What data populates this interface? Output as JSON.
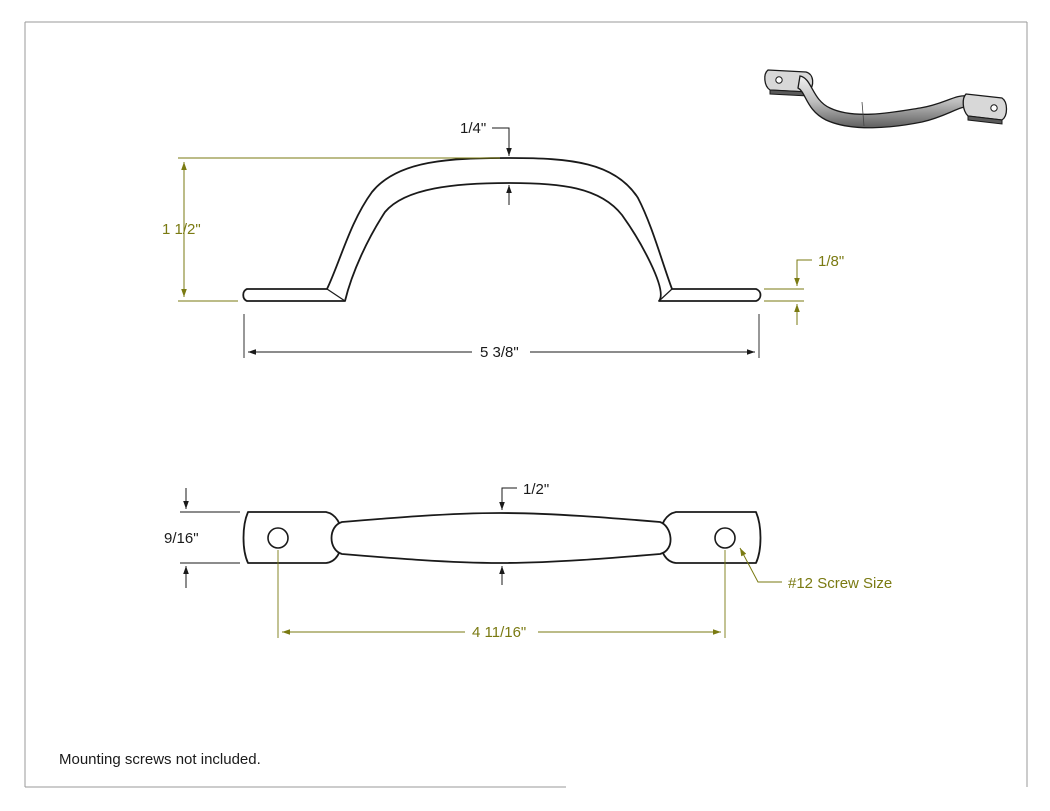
{
  "colors": {
    "outline": "#1a1a1a",
    "olive_dimension": "#7a7a12",
    "gray_line": "#999999",
    "frame": "#9a9a9a",
    "metal_light": "#e8e8e8",
    "metal_dark": "#6a6a6a"
  },
  "side_view": {
    "thickness_label": "1/4\"",
    "height_label": "1 1/2\"",
    "plate_thickness_label": "1/8\"",
    "overall_length_label": "5 3/8\""
  },
  "top_view": {
    "grip_width_label": "1/2\"",
    "plate_width_label": "9/16\"",
    "hole_spacing_label": "4 11/16\"",
    "screw_size_label": "#12 Screw Size"
  },
  "iso_view": {
    "icon": "handle-isometric-icon"
  },
  "notes": {
    "mounting": "Mounting screws not included."
  }
}
